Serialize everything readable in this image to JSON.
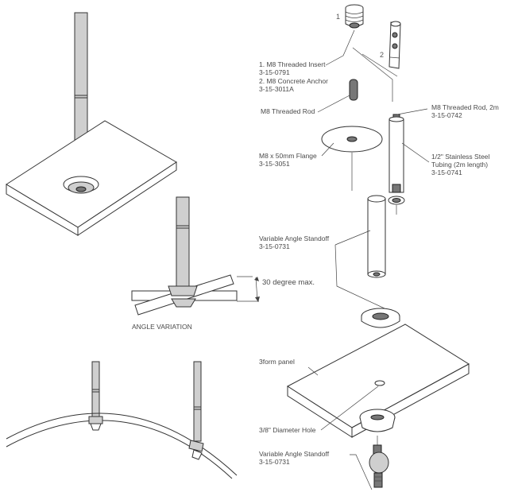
{
  "labels": {
    "threaded_insert": "1. M8 Threaded Insert",
    "threaded_insert_code": "3-15-0791",
    "concrete_anchor": "2. M8 Concrete Anchor",
    "concrete_anchor_code": "3-15-3011A",
    "threaded_rod": "M8 Threaded Rod",
    "threaded_rod_2m": "M8 Threaded Rod, 2m",
    "threaded_rod_2m_code": "3-15-0742",
    "tubing_line1": "1/2\" Stainless Steel",
    "tubing_line2": "Tubing (2m length)",
    "tubing_code": "3-15-0741",
    "flange": "M8 x 50mm Flange",
    "flange_code": "3-15-3051",
    "standoff_upper": "Variable Angle Standoff",
    "standoff_upper_code": "3-15-0731",
    "panel": "3form panel",
    "hole": "3/8\" Diameter Hole",
    "standoff_lower": "Variable Angle Standoff",
    "standoff_lower_code": "3-15-0731",
    "angle_max": "30 degree max.",
    "angle_variation": "ANGLE VARIATION",
    "callout_1": "1",
    "callout_2": "2"
  },
  "colors": {
    "line": "#333333",
    "text": "#4a4a4a",
    "part_fill": "#ffffff",
    "shade": "#cfcfcf"
  }
}
